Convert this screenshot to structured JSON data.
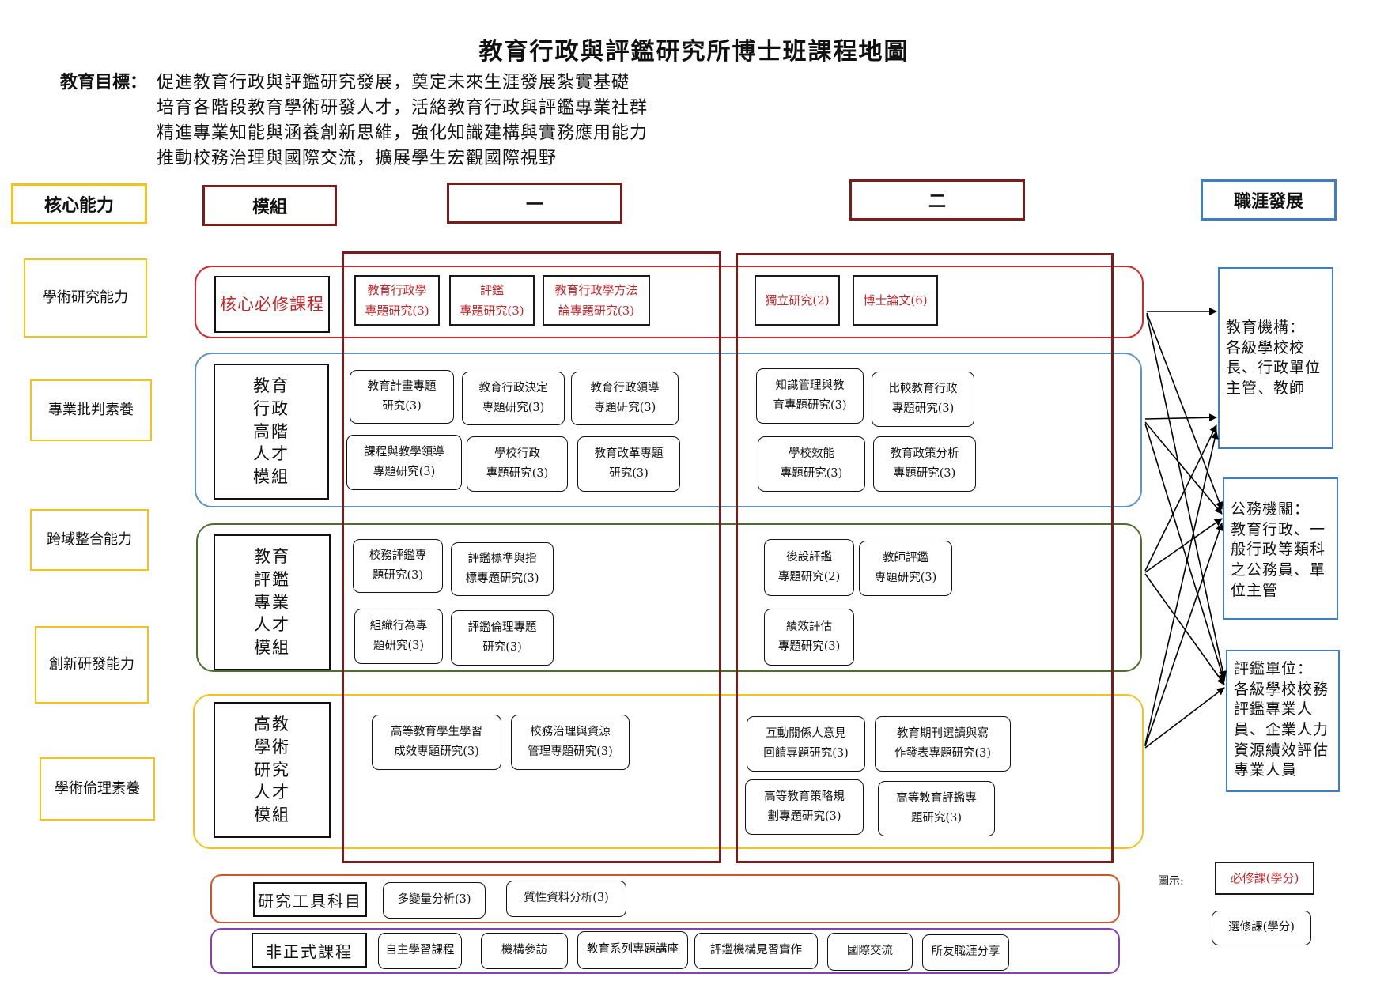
{
  "title": "教育行政與評鑑研究所博士班課程地圖",
  "goal": {
    "label": "教育目標：",
    "lines": [
      "促進教育行政與評鑑研究發展，奠定未來生涯發展紮實基礎",
      "培育各階段教育學術研發人才，活絡教育行政與評鑑專業社群",
      "精進專業知能與涵養創新思維，強化知識建構與實務應用能力",
      "推動校務治理與國際交流，擴展學生宏觀國際視野"
    ]
  },
  "headers": {
    "core_ability": "核心能力",
    "module": "模組",
    "year1": "一",
    "year2": "二",
    "career": "職涯發展"
  },
  "core_abilities": [
    "學術研究能力",
    "專業批判素養",
    "跨域整合能力",
    "創新研發能力",
    "學術倫理素養"
  ],
  "modules": {
    "core": "核心必修課程",
    "admin": "教育\n行政\n高階\n人才\n模組",
    "eval": "教育\n評鑑\n專業\n人才\n模組",
    "higher": "高教\n學術\n研究\n人才\n模組"
  },
  "courses": {
    "core_y1": [
      "教育行政學\n專題研究(3)",
      "評鑑\n專題研究(3)",
      "教育行政學方法\n論專題研究(3)"
    ],
    "core_y2": [
      "獨立研究(2)",
      "博士論文(6)"
    ],
    "admin_y1": [
      "教育計畫專題\n研究(3)",
      "教育行政決定\n專題研究(3)",
      "教育行政領導\n專題研究(3)",
      "課程與教學領導\n專題研究(3)",
      "學校行政\n專題研究(3)",
      "教育改革專題\n研究(3)"
    ],
    "admin_y2": [
      "知識管理與教\n育專題研究(3)",
      "比較教育行政\n專題研究(3)",
      "學校效能\n專題研究(3)",
      "教育政策分析\n專題研究(3)"
    ],
    "eval_y1": [
      "校務評鑑專\n題研究(3)",
      "評鑑標準與指\n標專題研究(3)",
      "組織行為專\n題研究(3)",
      "評鑑倫理專題\n研究(3)"
    ],
    "eval_y2": [
      "後設評鑑\n專題研究(2)",
      "教師評鑑\n專題研究(3)",
      "績效評估\n專題研究(3)"
    ],
    "higher_y1": [
      "高等教育學生學習\n成效專題研究(3)",
      "校務治理與資源\n管理專題研究(3)"
    ],
    "higher_y2": [
      "互動關係人意見\n回饋專題研究(3)",
      "教育期刊選讀與寫\n作發表專題研究(3)",
      "高等教育策略規\n劃專題研究(3)",
      "高等教育評鑑專\n題研究(3)"
    ]
  },
  "careers": [
    "教育機構：\n各級學校校\n長、行政單位\n主管、教師",
    "公務機關：\n教育行政、一\n般行政等類科\n之公務員、單\n位主管",
    "評鑑單位：\n各級學校校務\n評鑑專業人\n員、企業人力\n資源績效評估\n專業人員"
  ],
  "tools": {
    "label": "研究工具科目",
    "items": [
      "多變量分析(3)",
      "質性資料分析(3)"
    ]
  },
  "informal": {
    "label": "非正式課程",
    "items": [
      "自主學習課程",
      "機構參訪",
      "教育系列專題講座",
      "評鑑機構見習實作",
      "國際交流",
      "所友職涯分享"
    ]
  },
  "legend": {
    "label": "圖示:",
    "required": "必修課(學分)",
    "elective": "選修課(學分)"
  },
  "colors": {
    "core_band": "#d6252b",
    "admin_band": "#5e93c8",
    "eval_band": "#4d6e2c",
    "higher_band": "#f2c318",
    "tools_band": "#d2552a",
    "informal_band": "#8a3fb5",
    "year_box": "#7a1c1c",
    "career_box": "#3e7fc1",
    "ability_box": "#f2c318"
  }
}
